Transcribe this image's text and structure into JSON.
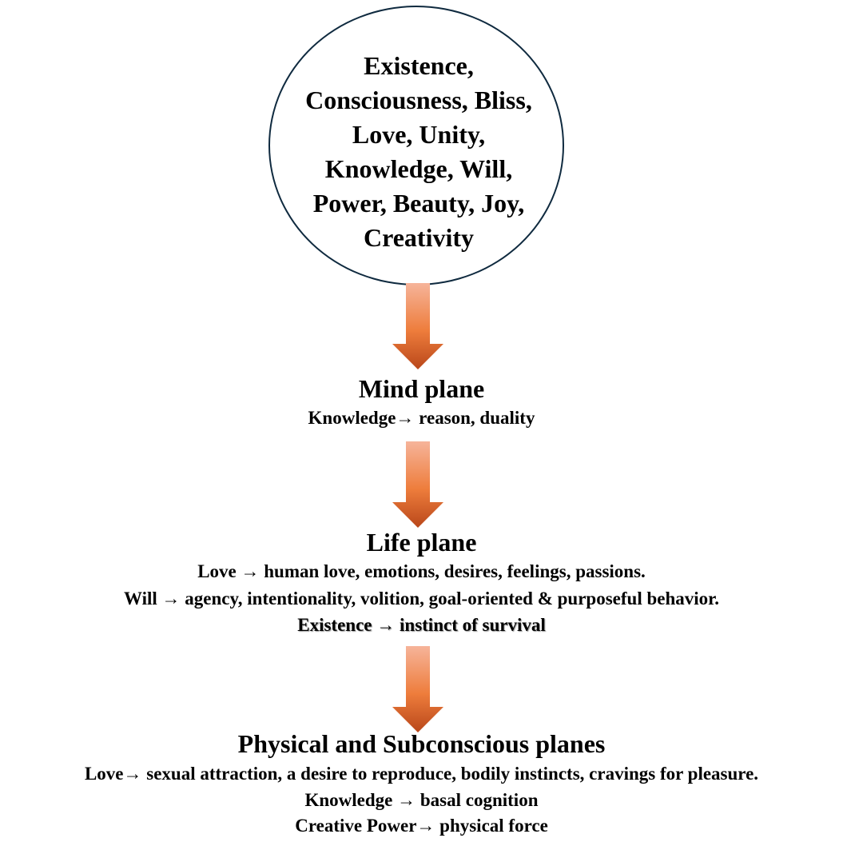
{
  "center": {
    "lines": [
      "Existence,",
      "Consciousness, Bliss,",
      "Love, Unity,",
      "Knowledge, Will,",
      "Power, Beauty, Joy,",
      "Creativity"
    ]
  },
  "planes": [
    {
      "title": "Mind plane",
      "lines": [
        "Knowledge→ reason, duality"
      ]
    },
    {
      "title": "Life plane",
      "lines": [
        "Love → human love, emotions, desires, feelings,  passions.",
        "Will → agency, intentionality, volition, goal-oriented & purposeful behavior.",
        "Existence → instinct of survival"
      ]
    },
    {
      "title": "Physical and Subconscious planes",
      "lines": [
        "Love→ sexual attraction, a desire to reproduce, bodily instincts, cravings for pleasure.",
        "Knowledge → basal cognition",
        "Creative Power→ physical force"
      ]
    }
  ],
  "colors": {
    "circle_border": "#0f2a3f",
    "arrow_top": "#f6b49a",
    "arrow_mid": "#ee7d3c",
    "arrow_bottom": "#b9471a"
  },
  "icons": [
    "down-arrow-icon",
    "right-arrow-icon"
  ]
}
